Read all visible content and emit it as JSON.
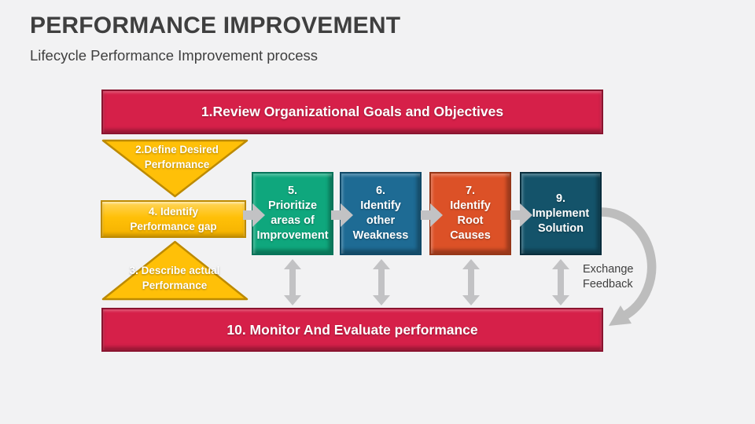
{
  "slide": {
    "title": "PERFORMANCE IMPROVEMENT",
    "subtitle": "Lifecycle Performance Improvement process",
    "background_color": "#F2F2F3",
    "text_color": "#3F3F3F"
  },
  "banners": {
    "top": {
      "label": "1.Review Organizational Goals and Objectives",
      "fill": "#D62049",
      "border": "#8A142F"
    },
    "bottom": {
      "label": "10. Monitor And Evaluate performance",
      "fill": "#D62049",
      "border": "#8A142F"
    }
  },
  "gap_analysis": {
    "define_desired": {
      "label": "2.Define Desired Performance",
      "lines": [
        "2.Define Desired",
        "Performance"
      ],
      "fill": "#FFC008",
      "border": "#BD8A00"
    },
    "identify_gap": {
      "label": "4. Identify Performance gap",
      "lines": [
        "4. Identify",
        "Performance gap"
      ],
      "fill": "#FFC008",
      "border": "#BD8A00"
    },
    "describe_actual": {
      "label": "3. Describe actual Performance",
      "lines": [
        "3. Describe",
        "actual Performance"
      ],
      "fill": "#FFC008",
      "border": "#BD8A00"
    }
  },
  "steps": [
    {
      "label": "5. Prioritize areas of Improvement",
      "lines": [
        "5.",
        "Prioritize",
        "areas of",
        "Improvement"
      ],
      "fill": "#0FA77D",
      "border": "#08745A"
    },
    {
      "label": "6. Identify other Weakness",
      "lines": [
        "6.",
        "Identify",
        "other",
        "Weakness"
      ],
      "fill": "#1E6B94",
      "border": "#114A68"
    },
    {
      "label": "7. Identify Root Causes",
      "lines": [
        "7.",
        "Identify",
        "Root",
        "Causes"
      ],
      "fill": "#DC5127",
      "border": "#963718"
    },
    {
      "label": "9. Implement Solution",
      "lines": [
        "9.",
        "Implement",
        "Solution"
      ],
      "fill": "#14536A",
      "border": "#092E3D"
    }
  ],
  "feedback": {
    "label": "Exchange Feedback",
    "lines": [
      "Exchange",
      "Feedback"
    ],
    "arrow_color": "#BDBDBD"
  },
  "arrows": {
    "color": "#C2C2C4"
  }
}
